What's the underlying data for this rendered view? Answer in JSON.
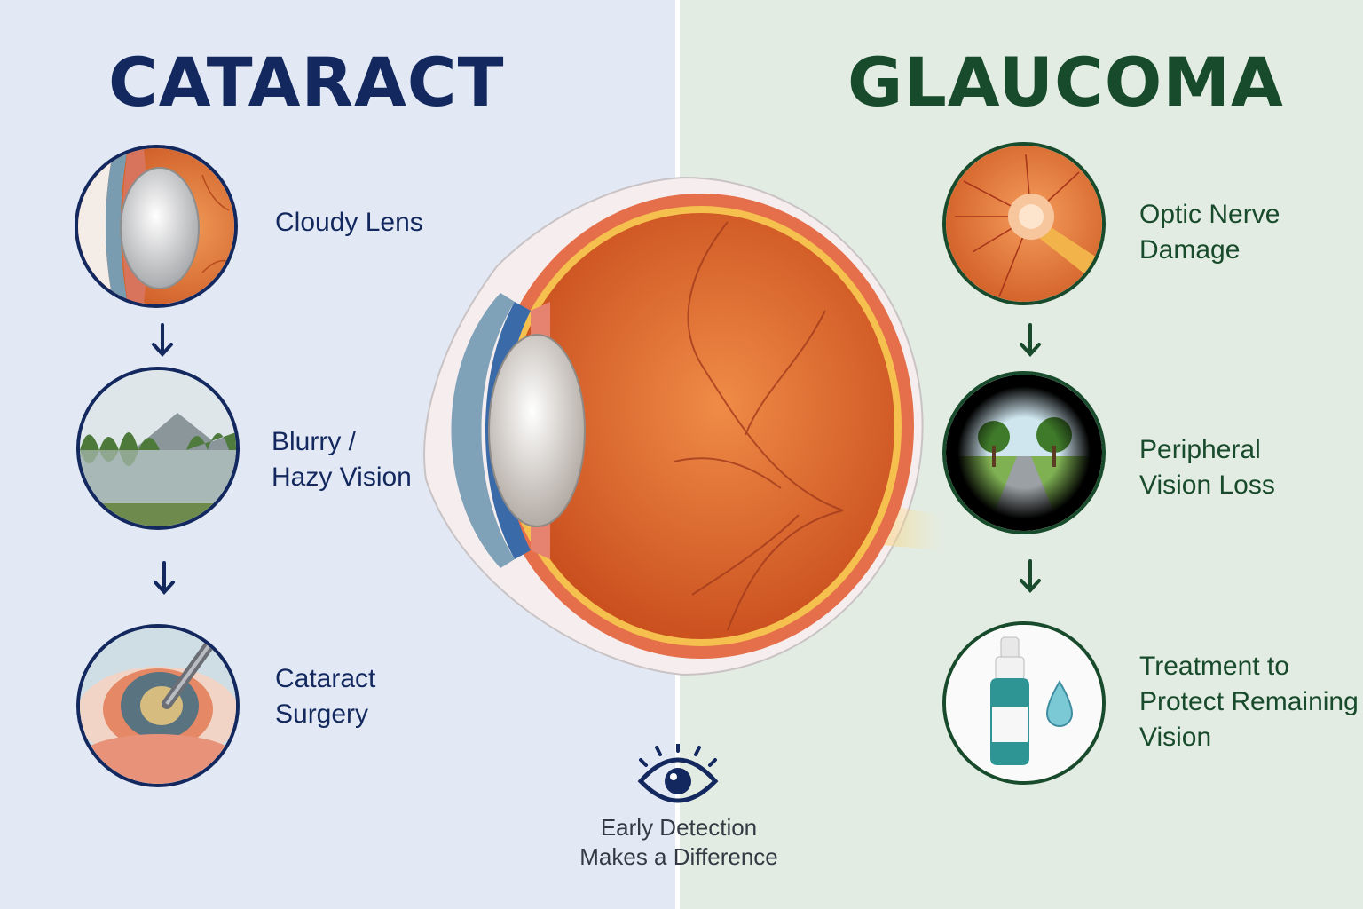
{
  "cataract": {
    "title": "CATARACT",
    "steps": [
      {
        "label_lines": [
          "Cloudy Lens"
        ]
      },
      {
        "label_lines": [
          "Blurry /",
          "Hazy Vision"
        ]
      },
      {
        "label_lines": [
          "Cataract",
          "Surgery"
        ]
      }
    ],
    "color": "#13285e"
  },
  "glaucoma": {
    "title": "GLAUCOMA",
    "steps": [
      {
        "label_lines": [
          "Optic Nerve",
          "Damage"
        ]
      },
      {
        "label_lines": [
          "Peripheral",
          "Vision Loss"
        ]
      },
      {
        "label_lines": [
          "Treatment to",
          "Protect Remaining",
          "Vision"
        ]
      }
    ],
    "color": "#184a2c"
  },
  "footer": {
    "lines": [
      "Early Detection",
      "Makes a Difference"
    ],
    "icon": "eye-icon"
  }
}
